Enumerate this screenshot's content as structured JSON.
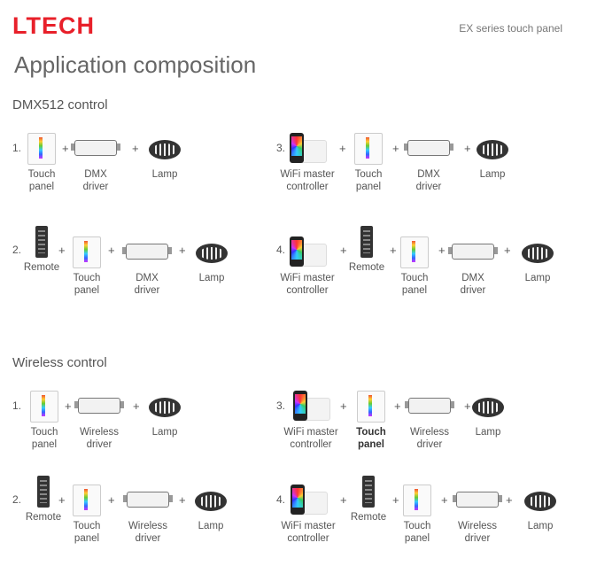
{
  "header": {
    "brand": "LTECH",
    "series": "EX series touch panel"
  },
  "title": "Application composition",
  "sections": {
    "dmx": {
      "title": "DMX512 control"
    },
    "wireless": {
      "title": "Wireless control"
    }
  },
  "labels": {
    "touch_panel": "Touch\npanel",
    "dmx_driver": "DMX\ndriver",
    "wireless_driver": "Wireless\ndriver",
    "lamp": "Lamp",
    "remote": "Remote",
    "wifi": "WiFi master\ncontroller"
  },
  "numbers": {
    "n1": "1.",
    "n2": "2.",
    "n3": "3.",
    "n4": "4."
  },
  "plus": "+"
}
